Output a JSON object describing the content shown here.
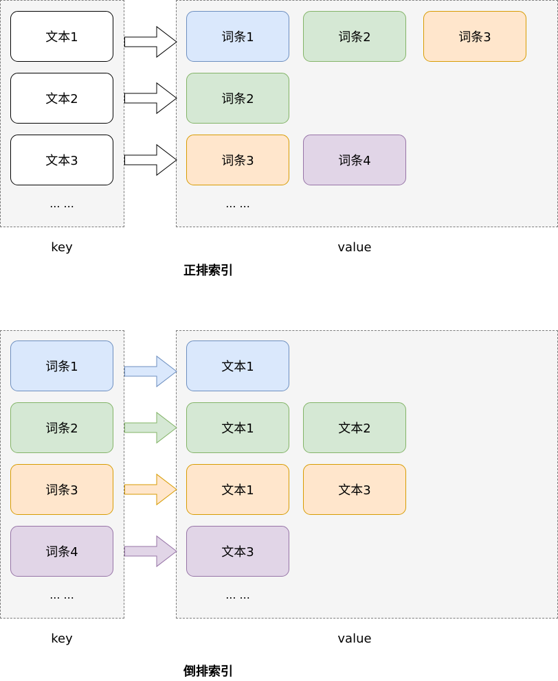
{
  "forward": {
    "title": "正排索引",
    "key_label": "key",
    "value_label": "value",
    "keys": [
      "文本1",
      "文本2",
      "文本3"
    ],
    "key_ellipsis": "... ...",
    "rows": [
      [
        "词条1",
        "词条2",
        "词条3"
      ],
      [
        "词条2"
      ],
      [
        "词条3",
        "词条4"
      ]
    ],
    "value_ellipsis": "... ..."
  },
  "inverted": {
    "title": "倒排索引",
    "key_label": "key",
    "value_label": "value",
    "keys": [
      "词条1",
      "词条2",
      "词条3",
      "词条4"
    ],
    "key_ellipsis": "... ...",
    "rows": [
      [
        "文本1"
      ],
      [
        "文本1",
        "文本2"
      ],
      [
        "文本1",
        "文本3"
      ],
      [
        "文本3"
      ]
    ],
    "value_ellipsis": "... ..."
  },
  "colors": {
    "blue_fill": "#dae8fc",
    "blue_stroke": "#6c8ebf",
    "green_fill": "#d5e8d4",
    "green_stroke": "#82b366",
    "orange_fill": "#ffe6cc",
    "orange_stroke": "#d79b00",
    "purple_fill": "#e1d5e7",
    "purple_stroke": "#9673a6",
    "white_fill": "#ffffff",
    "white_stroke": "#000000"
  }
}
